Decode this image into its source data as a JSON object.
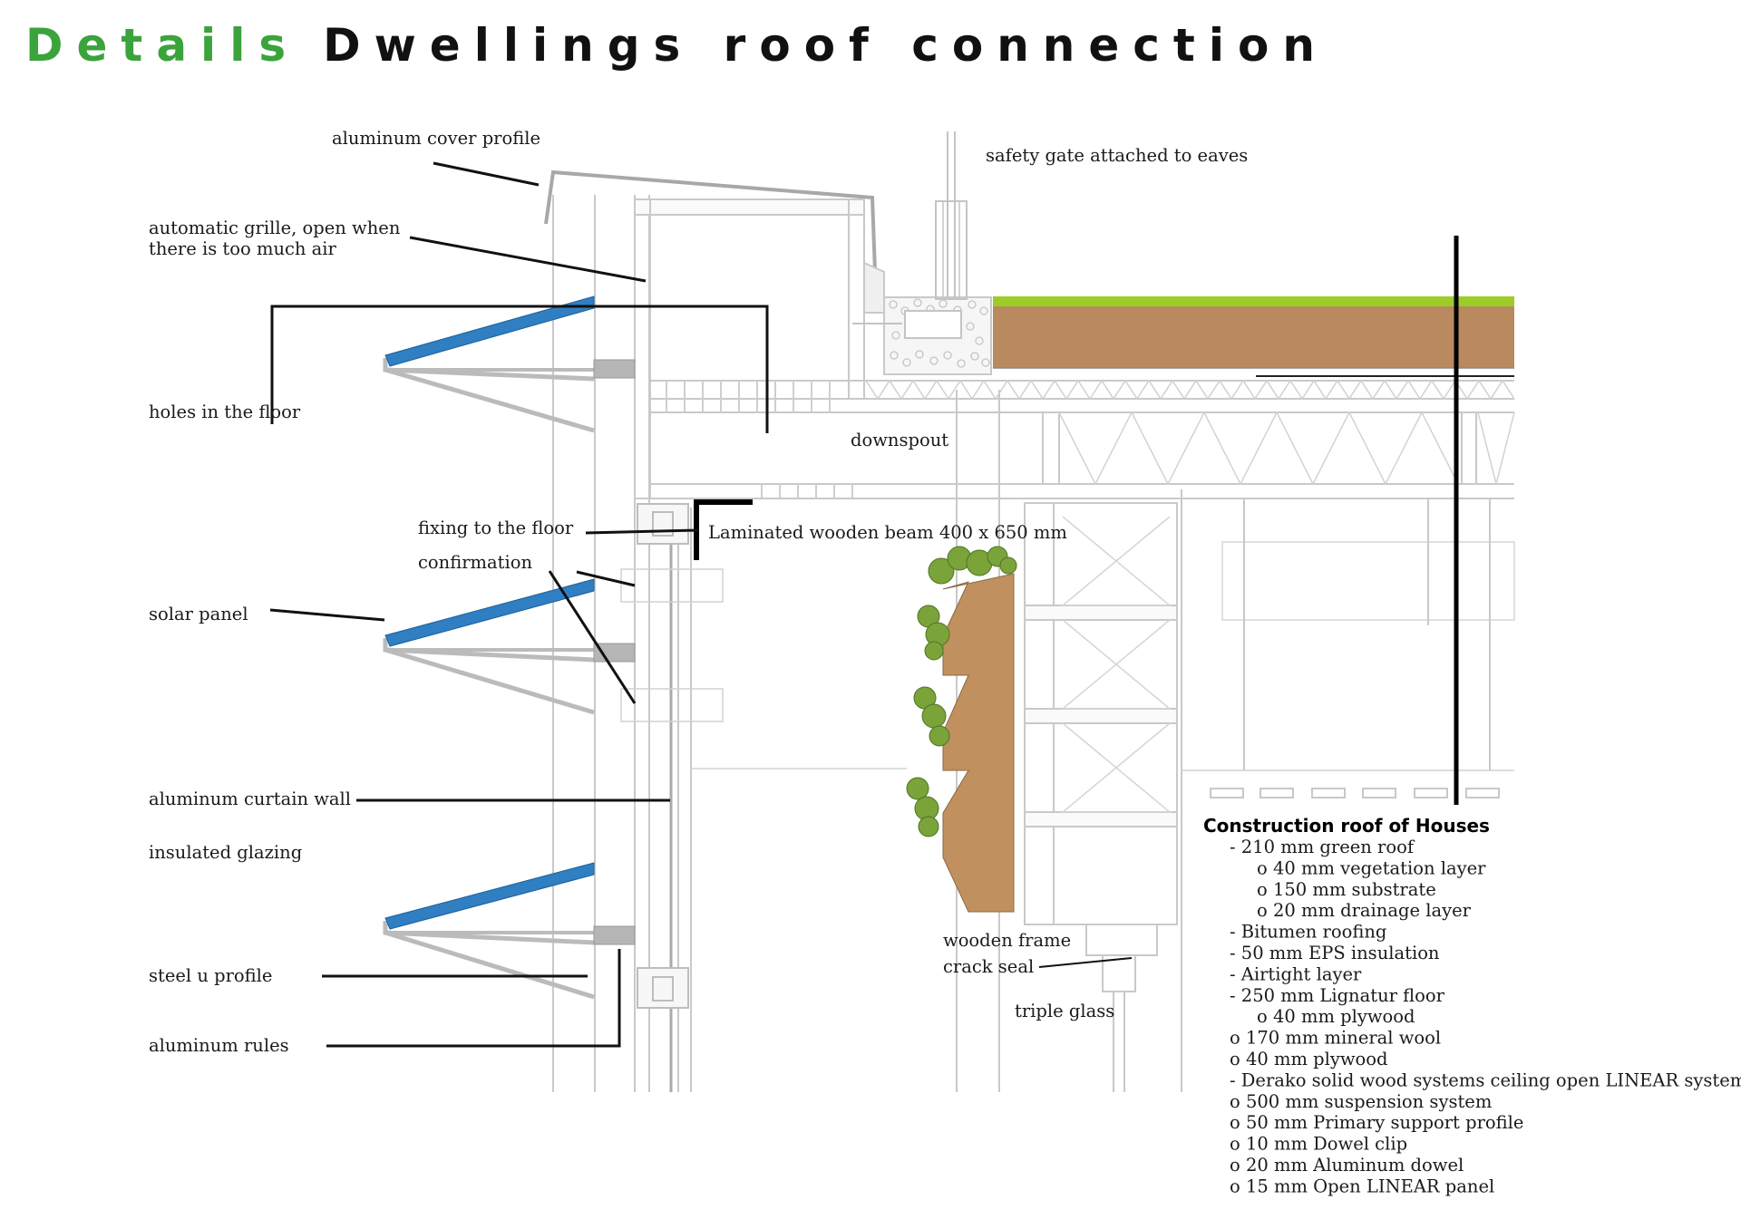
{
  "title": {
    "prefix": "Details",
    "main": "Dwellings roof connection"
  },
  "colors": {
    "accent_green": "#3ba33b",
    "grass": "#9ccd26",
    "soil": "#b98a5f",
    "planter": "#c1905f",
    "solar": "#2f7fc2",
    "foliage": "#7aa33a"
  },
  "labels": {
    "aluminum_cover_profile": "aluminum cover profile",
    "automatic_grille_1": "automatic grille, open when",
    "automatic_grille_2": "there is too much air",
    "holes_in_floor": "holes in the floor",
    "safety_gate": "safety gate attached to eaves",
    "downspout": "downspout",
    "fixing_to_floor": "fixing to the floor",
    "confirmation": "confirmation",
    "laminated_beam": "Laminated wooden beam 400 x 650 mm",
    "solar_panel": "solar panel",
    "curtain_wall": "aluminum curtain wall",
    "insulated_glazing": "insulated glazing",
    "steel_u_profile": "steel u profile",
    "aluminum_rules": "aluminum rules",
    "wooden_frame": "wooden frame",
    "crack_seal": "crack seal",
    "triple_glass": "triple glass"
  },
  "construction": {
    "heading": "Construction roof of Houses",
    "lines": [
      {
        "text": "- 210 mm green roof",
        "indent": 1
      },
      {
        "text": "o 40 mm vegetation layer",
        "indent": 2
      },
      {
        "text": "o 150 mm substrate",
        "indent": 2
      },
      {
        "text": "o 20 mm drainage layer",
        "indent": 2
      },
      {
        "text": "- Bitumen roofing",
        "indent": 1
      },
      {
        "text": "- 50 mm EPS insulation",
        "indent": 1
      },
      {
        "text": "- Airtight layer",
        "indent": 1
      },
      {
        "text": "- 250 mm Lignatur floor",
        "indent": 1
      },
      {
        "text": "o 40 mm plywood",
        "indent": 2
      },
      {
        "text": "o 170 mm mineral wool",
        "indent": 1
      },
      {
        "text": "o 40 mm plywood",
        "indent": 1
      },
      {
        "text": "- Derako solid wood systems ceiling open LINEAR system",
        "indent": 1
      },
      {
        "text": "o 500 mm suspension system",
        "indent": 1
      },
      {
        "text": "o 50 mm Primary support profile",
        "indent": 1
      },
      {
        "text": "o 10 mm Dowel clip",
        "indent": 1
      },
      {
        "text": "o 20 mm Aluminum dowel",
        "indent": 1
      },
      {
        "text": "o 15 mm Open LINEAR panel",
        "indent": 1
      }
    ]
  }
}
